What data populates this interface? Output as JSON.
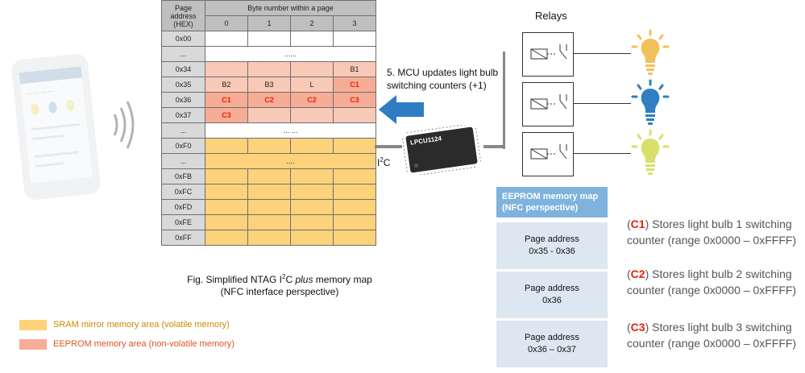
{
  "table": {
    "header_address": "Page address (HEX)",
    "header_bytes": "Byte number within a page",
    "byte_cols": [
      "0",
      "1",
      "2",
      "3"
    ],
    "rows": [
      {
        "addr": "0x00",
        "kind": "w",
        "cells": [
          "",
          "",
          "",
          ""
        ]
      },
      {
        "addr": "...",
        "kind": "w",
        "span": "......"
      },
      {
        "addr": "0x34",
        "kind": "ee",
        "cells": [
          "",
          "",
          "",
          "B1"
        ]
      },
      {
        "addr": "0x35",
        "kind": "ee",
        "cells": [
          "B2",
          "B3",
          "L",
          "C1"
        ]
      },
      {
        "addr": "0x36",
        "kind": "ee2",
        "cells": [
          "C1",
          "C2",
          "C2",
          "C3"
        ]
      },
      {
        "addr": "0x37",
        "kind": "ee",
        "cells": [
          "C3",
          "",
          "",
          ""
        ]
      },
      {
        "addr": "...",
        "kind": "w",
        "span": "... ..."
      },
      {
        "addr": "0xF0",
        "kind": "sram",
        "cells": [
          "",
          "",
          "",
          ""
        ]
      },
      {
        "addr": "...",
        "kind": "sram",
        "span": "...."
      },
      {
        "addr": "0xFB",
        "kind": "sram",
        "cells": [
          "",
          "",
          "",
          ""
        ]
      },
      {
        "addr": "0xFC",
        "kind": "sram",
        "cells": [
          "",
          "",
          "",
          ""
        ]
      },
      {
        "addr": "0xFD",
        "kind": "sram",
        "cells": [
          "",
          "",
          "",
          ""
        ]
      },
      {
        "addr": "0xFE",
        "kind": "sram",
        "cells": [
          "",
          "",
          "",
          ""
        ]
      },
      {
        "addr": "0xFF",
        "kind": "sram",
        "cells": [
          "",
          "",
          "",
          ""
        ]
      }
    ]
  },
  "caption": {
    "line1_pre": "Fig. Simplified NTAG I",
    "line1_sup": "2",
    "line1_mid": "C ",
    "line1_ital": "plus",
    "line1_post": " memory map",
    "line2": "(NFC interface perspective)"
  },
  "legend": [
    {
      "label": "SRAM mirror memory area (volatile memory)",
      "color": "#fcd27a",
      "text_color": "#c98a00"
    },
    {
      "label": "EEPROM memory area (non-volatile memory)",
      "color": "#f7ad95",
      "text_color": "#e0541f"
    }
  ],
  "step5": "5. MCU updates light bulb switching counters (+1)",
  "i2c": {
    "pre": "I",
    "sup": "2",
    "post": "C"
  },
  "chip_label": "LPCU1124",
  "relays_title": "Relays",
  "bulbs": [
    {
      "color": "#f3c15a",
      "icon": "light-bulb-icon"
    },
    {
      "color": "#2f7fc1",
      "icon": "light-bulb-icon"
    },
    {
      "color": "#d8df6a",
      "icon": "light-bulb-icon"
    }
  ],
  "eeprom_map": {
    "title": "EEPROM memory map (NFC perspective)",
    "cells": [
      {
        "line1": "Page address",
        "line2": "0x35 - 0x36"
      },
      {
        "line1": "Page address",
        "line2": "0x36"
      },
      {
        "line1": "Page address",
        "line2": "0x36 – 0x37"
      }
    ]
  },
  "descriptions": [
    {
      "open": "(",
      "tag": "C1",
      "text": ") Stores light bulb 1 switching counter (range 0x0000 – 0xFFFF)"
    },
    {
      "open": "(",
      "tag": "C2",
      "text": ") Stores light bulb 2 switching counter (range 0x0000 – 0xFFFF)"
    },
    {
      "open": "(",
      "tag": "C3",
      "text": ") Stores light bulb 3 switching counter (range 0x0000 – 0xFFFF)"
    }
  ],
  "colors": {
    "eeprom_light": "#f9c9b8",
    "eeprom_dark": "#f7ad95",
    "sram": "#fcd27a",
    "map_header": "#7fb3dd",
    "map_cell": "#dce7f2",
    "accent_arrow": "#2e7cc4",
    "highlight_red": "#e8200c"
  }
}
